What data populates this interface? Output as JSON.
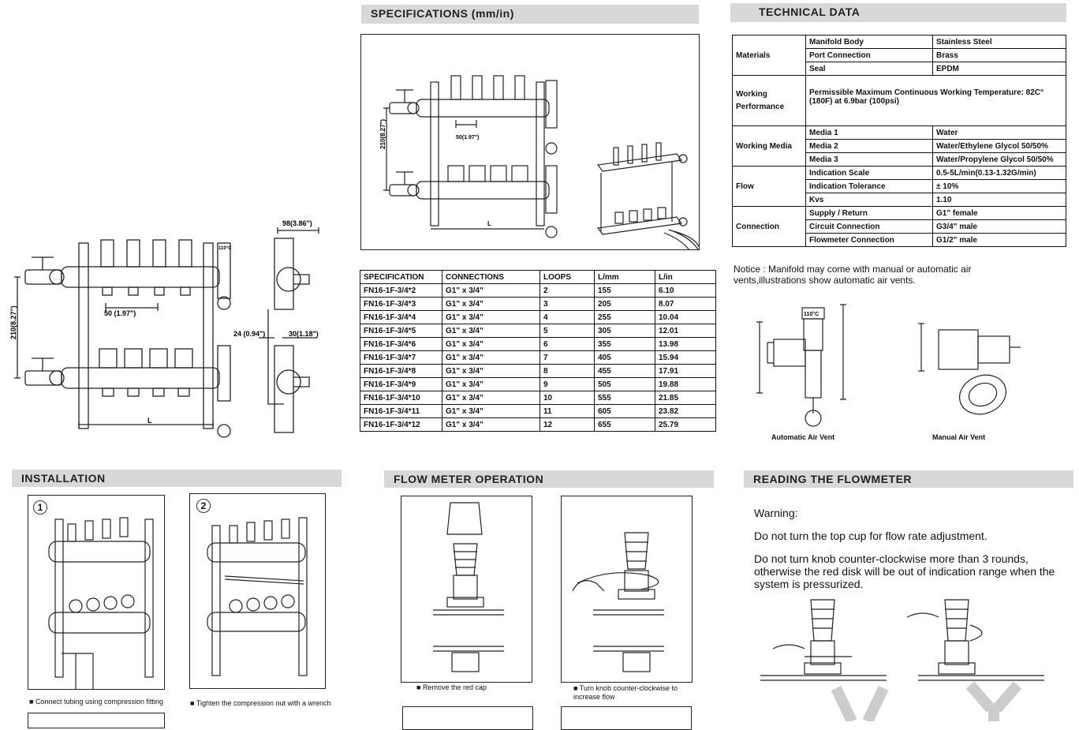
{
  "headers": {
    "specifications": "SPECIFICATIONS (mm/in)",
    "technical_data": "TECHNICAL DATA",
    "installation": "INSTALLATION",
    "flow_meter_operation": "FLOW METER OPERATION",
    "reading_flowmeter": "READING THE FLOWMETER"
  },
  "drawing_labels": {
    "height": "210(8.27\")",
    "spacing": "50 (1.97\")",
    "length": "L",
    "side_width": "98(3.86\")",
    "side_offset_a": "24 (0.94\")",
    "side_offset_b": "30(1.18\")",
    "spec_height": "210(8.27\")",
    "spec_spacing": "50(1.97\")",
    "spec_length": "L",
    "gauge_temp": "110°C"
  },
  "spec_table": {
    "columns": [
      "SPECIFICATION",
      "CONNECTIONS",
      "LOOPS",
      "L/mm",
      "L/in"
    ],
    "rows": [
      [
        "FN16-1F-3/4*2",
        "G1\"   x  3/4\"",
        "2",
        "155",
        "6.10"
      ],
      [
        "FN16-1F-3/4*3",
        "G1\"   x  3/4\"",
        "3",
        "205",
        "8.07"
      ],
      [
        "FN16-1F-3/4*4",
        "G1\"   x  3/4\"",
        "4",
        "255",
        "10.04"
      ],
      [
        "FN16-1F-3/4*5",
        "G1\"   x  3/4\"",
        "5",
        "305",
        "12.01"
      ],
      [
        "FN16-1F-3/4*6",
        "G1\"   x  3/4\"",
        "6",
        "355",
        "13.98"
      ],
      [
        "FN16-1F-3/4*7",
        "G1\"   x  3/4\"",
        "7",
        "405",
        "15.94"
      ],
      [
        "FN16-1F-3/4*8",
        "G1\"   x  3/4\"",
        "8",
        "455",
        "17.91"
      ],
      [
        "FN16-1F-3/4*9",
        "G1\"   x  3/4\"",
        "9",
        "505",
        "19.88"
      ],
      [
        "FN16-1F-3/4*10",
        "G1\"   x  3/4\"",
        "10",
        "555",
        "21.85"
      ],
      [
        "FN16-1F-3/4*11",
        "G1\"   x  3/4\"",
        "11",
        "605",
        "23.82"
      ],
      [
        "FN16-1F-3/4*12",
        "G1\"   x  3/4\"",
        "12",
        "655",
        "25.79"
      ]
    ]
  },
  "tech_table": {
    "materials": {
      "label": "Materials",
      "rows": [
        [
          "Manifold Body",
          "Stainless Steel"
        ],
        [
          "Port Connection",
          "Brass"
        ],
        [
          "Seal",
          "EPDM"
        ]
      ]
    },
    "working_performance": {
      "label": "Working Performance",
      "text": "Permissible Maximum Continuous Working Temperature: 82C°(180F) at 6.9bar (100psi)"
    },
    "working_media": {
      "label": "Working Media",
      "rows": [
        [
          "Media 1",
          "Water"
        ],
        [
          "Media 2",
          "Water/Ethylene Glycol 50/50%"
        ],
        [
          "Media 3",
          "Water/Propylene Glycol 50/50%"
        ]
      ]
    },
    "flow": {
      "label": "Flow",
      "rows": [
        [
          "Indication Scale",
          "0.5-5L/min(0.13-1.32G/min)"
        ],
        [
          "Indication Tolerance",
          "± 10%"
        ],
        [
          "Kvs",
          "1.10"
        ]
      ]
    },
    "connection": {
      "label": "Connection",
      "rows": [
        [
          "Supply / Return",
          "G1\" female"
        ],
        [
          "Circuit Connection",
          "G3/4\" male"
        ],
        [
          "Flowmeter Connection",
          "G1/2\" male"
        ]
      ]
    }
  },
  "notice": "Notice : Manifold may come with manual or automatic air vents,illustrations show automatic air vents.",
  "vents": {
    "automatic": "Automatic Air Vent",
    "manual": "Manual Air Vent"
  },
  "installation": {
    "step1_num": "1",
    "step2_num": "2",
    "step1_caption": "Connect tubing using compression fitting",
    "step2_caption": "Tighten the compression nut with a wrench"
  },
  "flow_meter": {
    "caption1": "Remove the red cap",
    "caption2": "Turn knob counter-clockwise to increase flow"
  },
  "reading": {
    "warning": "Warning:",
    "para1": "Do not turn the top cup for flow rate adjustment.",
    "para2": "Do not turn knob counter-clockwise more than 3 rounds, otherwise the red disk will be out of indication range when the system is pressurized."
  },
  "colors": {
    "header_bg": "#d8d8d8",
    "line": "#111111"
  }
}
